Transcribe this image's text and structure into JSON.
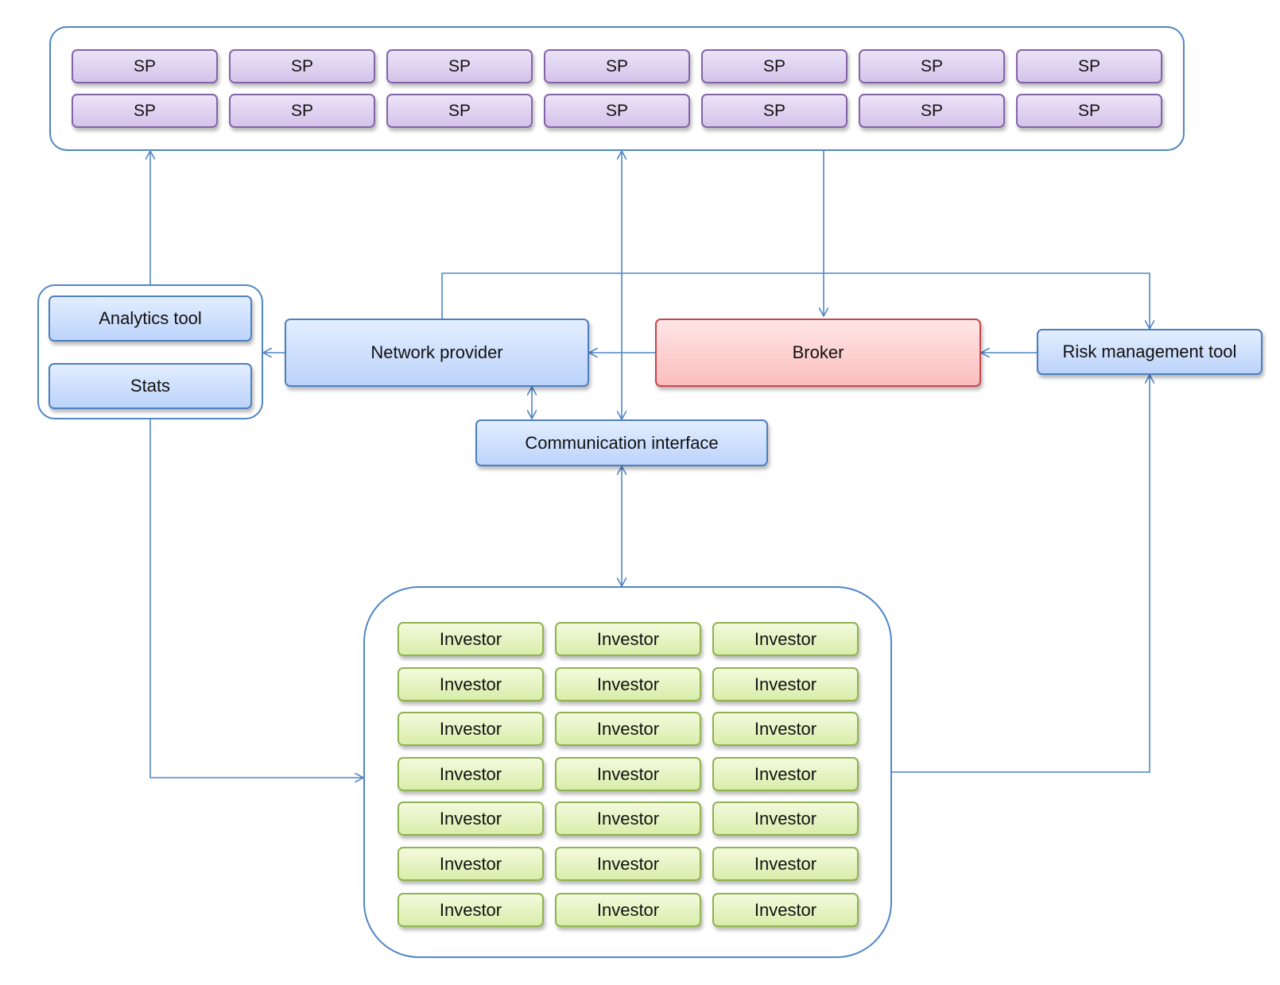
{
  "sp_group": {
    "rows": [
      [
        "SP",
        "SP",
        "SP",
        "SP",
        "SP",
        "SP",
        "SP"
      ],
      [
        "SP",
        "SP",
        "SP",
        "SP",
        "SP",
        "SP",
        "SP"
      ]
    ]
  },
  "analytics_group": {
    "analytics_tool": "Analytics tool",
    "stats": "Stats"
  },
  "network_provider": "Network provider",
  "broker": "Broker",
  "risk_management_tool": "Risk management tool",
  "communication_interface": "Communication interface",
  "investor_group": {
    "rows": [
      [
        "Investor",
        "Investor",
        "Investor"
      ],
      [
        "Investor",
        "Investor",
        "Investor"
      ],
      [
        "Investor",
        "Investor",
        "Investor"
      ],
      [
        "Investor",
        "Investor",
        "Investor"
      ],
      [
        "Investor",
        "Investor",
        "Investor"
      ],
      [
        "Investor",
        "Investor",
        "Investor"
      ],
      [
        "Investor",
        "Investor",
        "Investor"
      ]
    ]
  },
  "colors": {
    "connector": "#4f86c6",
    "sp_fill": "#d4c3ea",
    "investor_fill": "#d9edaa",
    "component_fill": "#bcd3fb",
    "broker_fill": "#fbbdbd"
  }
}
